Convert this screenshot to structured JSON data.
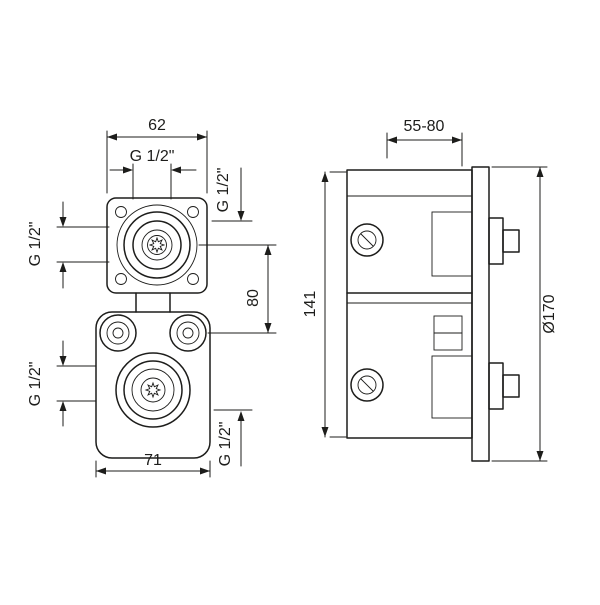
{
  "page": {
    "background": "#ffffff",
    "line_color": "#1d1d1b",
    "description": "Technical dimension drawing of a concealed thermostatic mixer valve, front view and side view"
  },
  "front_view": {
    "dim_width_top": "62",
    "thread_top": "G 1/2\"",
    "thread_right_top": "G 1/2\"",
    "thread_left_top": "G 1/2\"",
    "dim_center_spacing": "80",
    "thread_left_bottom": "G 1/2\"",
    "dim_width_bottom": "71",
    "thread_right_bottom": "G 1/2\""
  },
  "side_view": {
    "dim_depth_range": "55-80",
    "dim_body_height": "141",
    "dim_plate_diameter": "Ø170"
  }
}
